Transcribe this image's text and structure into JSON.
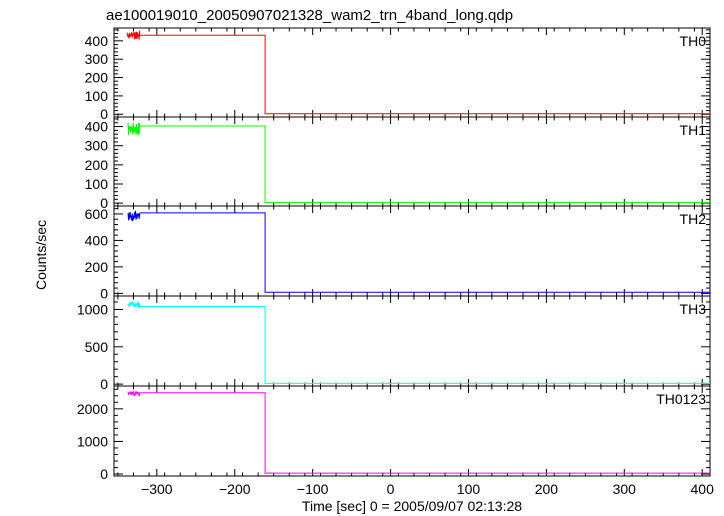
{
  "chart_data": {
    "type": "line",
    "title": "ae100019010_20050907021328_wam2_trn_4band_long.qdp",
    "xlabel": "Time [sec] 0 = 2005/09/07 02:13:28",
    "ylabel": "Counts/sec",
    "xlim": [
      -355,
      410
    ],
    "x_ticks": [
      -300,
      -200,
      -100,
      0,
      100,
      200,
      300,
      400
    ],
    "x_tick_labels": [
      "−300",
      "−200",
      "−100",
      "0",
      "100",
      "200",
      "300",
      "400"
    ],
    "panels": [
      {
        "name": "TH0",
        "color": "#ff0000",
        "ylim": [
          -15,
          470
        ],
        "y_ticks": [
          0,
          100,
          200,
          300,
          400
        ],
        "noise": [
          -338,
          -322,
          405,
          460
        ],
        "series": [
          [
            -322,
            430
          ],
          [
            -161,
            430
          ],
          [
            -161,
            3
          ],
          [
            410,
            3
          ]
        ]
      },
      {
        "name": "TH1",
        "color": "#00ff00",
        "ylim": [
          -15,
          450
        ],
        "y_ticks": [
          0,
          100,
          200,
          300,
          400
        ],
        "noise": [
          -337,
          -322,
          350,
          425
        ],
        "series": [
          [
            -322,
            403
          ],
          [
            -161,
            403
          ],
          [
            -161,
            3
          ],
          [
            410,
            3
          ]
        ]
      },
      {
        "name": "TH2",
        "color": "#0000ff",
        "ylim": [
          -20,
          660
        ],
        "y_ticks": [
          0,
          200,
          400,
          600
        ],
        "noise": [
          -337,
          -322,
          540,
          630
        ],
        "series": [
          [
            -322,
            608
          ],
          [
            -161,
            608
          ],
          [
            -161,
            8
          ],
          [
            410,
            8
          ]
        ]
      },
      {
        "name": "TH3",
        "color": "#00ffff",
        "ylim": [
          -25,
          1180
        ],
        "y_ticks": [
          0,
          500,
          1000
        ],
        "noise": [
          -337,
          -322,
          1020,
          1110
        ],
        "series": [
          [
            -322,
            1040
          ],
          [
            -161,
            1040
          ],
          [
            -161,
            10
          ],
          [
            410,
            10
          ]
        ]
      },
      {
        "name": "TH0123",
        "color": "#ff00ff",
        "ylim": [
          -60,
          2700
        ],
        "y_ticks": [
          0,
          1000,
          2000
        ],
        "noise": [
          -337,
          -322,
          2380,
          2570
        ],
        "series": [
          [
            -322,
            2490
          ],
          [
            -161,
            2490
          ],
          [
            -161,
            30
          ],
          [
            410,
            30
          ]
        ]
      }
    ]
  }
}
